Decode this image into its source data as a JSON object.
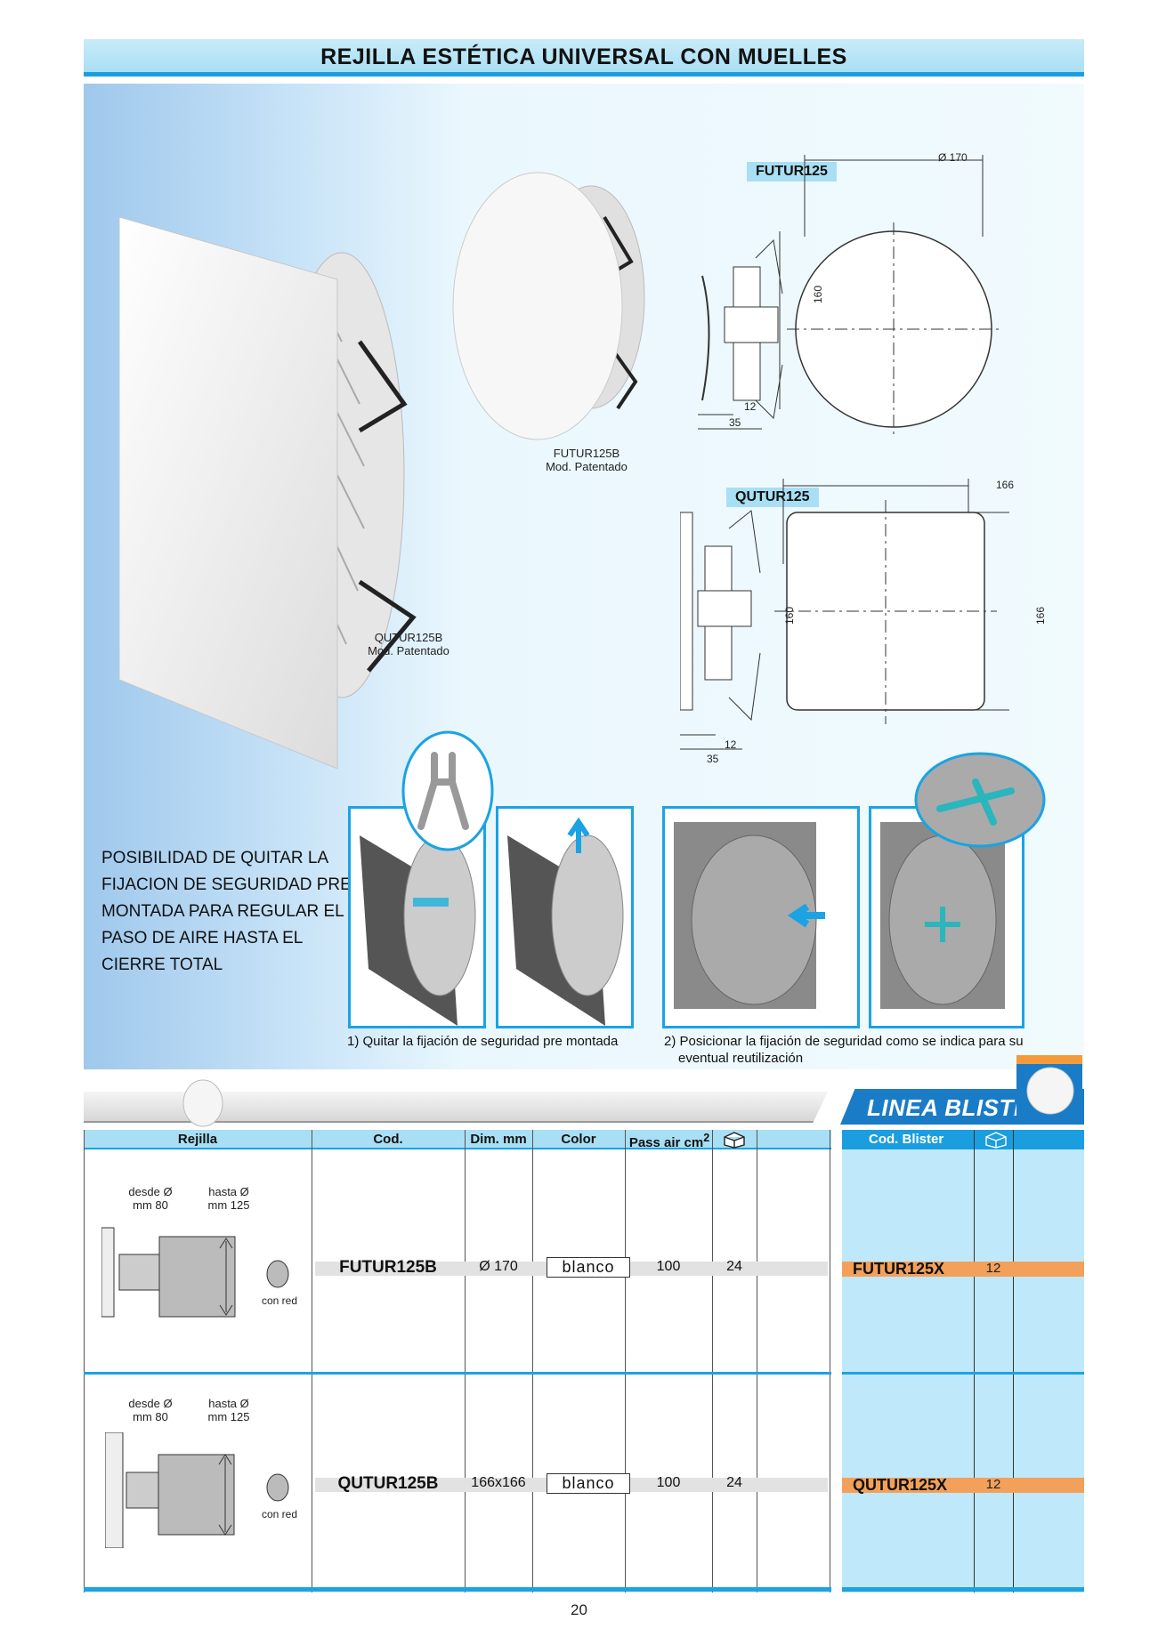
{
  "header": {
    "title": "REJILLA ESTÉTICA UNIVERSAL CON MUELLES"
  },
  "hero": {
    "product_square_caption": [
      "QUTUR125B",
      "Mod. Patentado"
    ],
    "product_round_caption": [
      "FUTUR125B",
      "Mod. Patentado"
    ],
    "drawing_round": {
      "code": "FUTUR125",
      "diameter": "Ø 170",
      "height": "160",
      "depth_a": "12",
      "depth_b": "35"
    },
    "drawing_square": {
      "code": "QUTUR125",
      "width": "166",
      "height_a": "160",
      "height_b": "166",
      "depth_a": "12",
      "depth_b": "35"
    },
    "note_lines": [
      "POSIBILIDAD DE QUITAR LA",
      "FIJACION DE SEGURIDAD PRE",
      "MONTADA PARA REGULAR EL",
      "PASO DE AIRE HASTA EL",
      "CIERRE TOTAL"
    ],
    "step1": "1) Quitar la fijación de seguridad pre montada",
    "step2_a": "2) Posicionar la fijación de seguridad como se indica para su",
    "step2_b": "eventual reutilización"
  },
  "blister_banner": "LINEA BLISTER",
  "table": {
    "headers": {
      "rejilla": "Rejilla",
      "cod": "Cod.",
      "dim": "Dim. mm",
      "color": "Color",
      "pass": "Pass air cm",
      "pass_sup": "2"
    },
    "rows": [
      {
        "desde": [
          "desde Ø",
          "mm 80"
        ],
        "hasta": [
          "hasta Ø",
          "mm 125"
        ],
        "con_red": "con red",
        "code": "FUTUR125B",
        "dim": "Ø  170",
        "color": "blanco",
        "pass": "100",
        "box": "24"
      },
      {
        "desde": [
          "desde Ø",
          "mm 80"
        ],
        "hasta": [
          "hasta Ø",
          "mm 125"
        ],
        "con_red": "con red",
        "code": "QUTUR125B",
        "dim": "166x166",
        "color": "blanco",
        "pass": "100",
        "box": "24"
      }
    ]
  },
  "blister_table": {
    "header": "Cod. Blister",
    "rows": [
      {
        "code": "FUTUR125X",
        "qty": "12"
      },
      {
        "code": "QUTUR125X",
        "qty": "12"
      }
    ]
  },
  "icons": {
    "box": "box-icon"
  },
  "colors": {
    "accent": "#1ba3e3",
    "header_bg": "#a9dff4",
    "blister_band": "#f3a15a",
    "blister_bg": "#bfe8fb"
  },
  "footer": {
    "page": "20"
  }
}
